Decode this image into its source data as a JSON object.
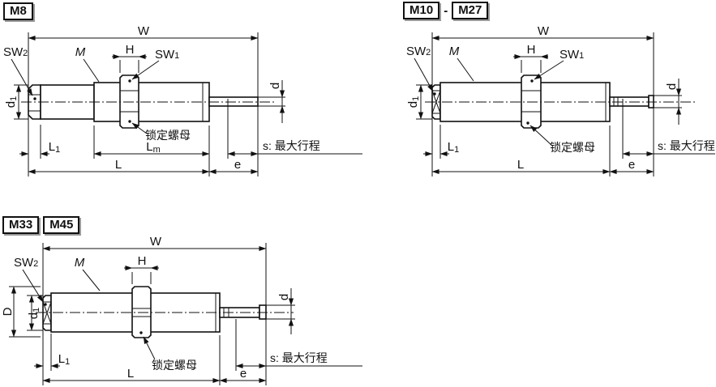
{
  "panels": {
    "m8": {
      "badge": "M8",
      "labels": {
        "w": "W",
        "m": "M",
        "h": "H",
        "sw1_base": "SW",
        "sw1_sub": "1",
        "sw2_base": "SW",
        "sw2_sub": "2",
        "d1_base": "d",
        "d1_sub": "1",
        "d": "d",
        "l1_base": "L",
        "l1_sub": "1",
        "lm_base": "L",
        "lm_sub": "m",
        "l": "L",
        "e": "e",
        "lock_nut": "锁定螺母",
        "stroke_note": "s: 最大行程"
      }
    },
    "m10_m27": {
      "badge_left": "M10",
      "badge_separator": "-",
      "badge_right": "M27",
      "labels": {
        "w": "W",
        "m": "M",
        "h": "H",
        "sw1_base": "SW",
        "sw1_sub": "1",
        "sw2_base": "SW",
        "sw2_sub": "2",
        "d1_base": "d",
        "d1_sub": "1",
        "d": "d",
        "l1_base": "L",
        "l1_sub": "1",
        "l": "L",
        "e": "e",
        "lock_nut": "锁定螺母",
        "stroke_note": "s: 最大行程"
      }
    },
    "m33_m45": {
      "badge_left": "M33",
      "badge_right": "M45",
      "labels": {
        "w": "W",
        "m": "M",
        "h": "H",
        "sw2_base": "SW",
        "sw2_sub": "2",
        "big_d": "D",
        "d1_base": "d",
        "d1_sub": "1",
        "d": "d",
        "l1_base": "L",
        "l1_sub": "1",
        "l": "L",
        "e": "e",
        "lock_nut": "锁定螺母",
        "stroke_note": "s: 最大行程"
      }
    }
  }
}
